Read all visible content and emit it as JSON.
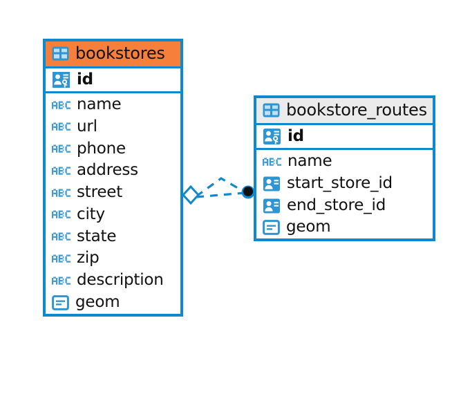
{
  "diagram": {
    "type": "entity-relationship-diagram",
    "background": "#ffffff",
    "accent_border": "#0e88ce",
    "header_orange": "#f77f3c",
    "header_gray": "#ebebeb",
    "icon_blue": "#2e95d3",
    "text_color": "#111111",
    "connector_color": "#0e88ce",
    "connector_endpoint_fill": "#111111"
  },
  "entities": [
    {
      "name": "bookstores",
      "title_icon": "table-grid-icon",
      "header_style": "orange",
      "primary_key": {
        "label": "id",
        "icon": "primary-key-icon"
      },
      "attributes": [
        {
          "label": "name",
          "icon": "abc-text-icon"
        },
        {
          "label": "url",
          "icon": "abc-text-icon"
        },
        {
          "label": "phone",
          "icon": "abc-text-icon"
        },
        {
          "label": "address",
          "icon": "abc-text-icon"
        },
        {
          "label": "street",
          "icon": "abc-text-icon"
        },
        {
          "label": "city",
          "icon": "abc-text-icon"
        },
        {
          "label": "state",
          "icon": "abc-text-icon"
        },
        {
          "label": "zip",
          "icon": "abc-text-icon"
        },
        {
          "label": "description",
          "icon": "abc-text-icon"
        },
        {
          "label": "geom",
          "icon": "geometry-icon"
        }
      ]
    },
    {
      "name": "bookstore_routes",
      "title_icon": "table-grid-icon",
      "header_style": "gray",
      "primary_key": {
        "label": "id",
        "icon": "primary-key-icon"
      },
      "attributes": [
        {
          "label": "name",
          "icon": "abc-text-icon"
        },
        {
          "label": "start_store_id",
          "icon": "foreign-key-icon"
        },
        {
          "label": "end_store_id",
          "icon": "foreign-key-icon"
        },
        {
          "label": "geom",
          "icon": "geometry-icon"
        }
      ]
    }
  ],
  "relationship": {
    "from_entity": "bookstores",
    "to_entity": "bookstore_routes",
    "line_style": "dashed",
    "source_marker": "diamond-outline",
    "target_marker": "filled-circle"
  }
}
